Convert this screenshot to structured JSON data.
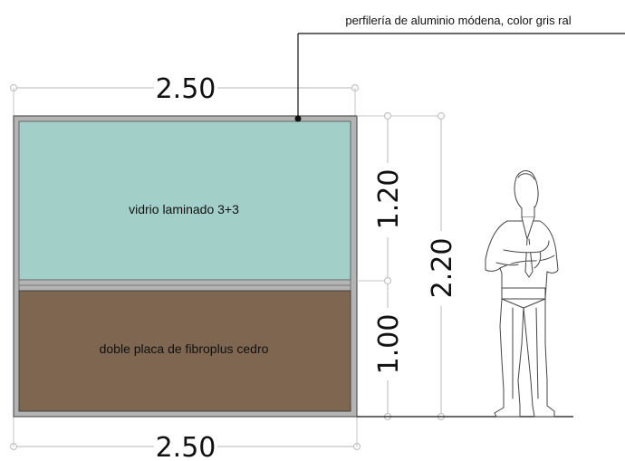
{
  "annotation": {
    "material_frame": "perfilería de aluminio módena, color gris ral"
  },
  "panels": {
    "upper_label": "vidrio laminado 3+3",
    "lower_label": "doble placa de fibroplus cedro"
  },
  "dimensions": {
    "width_top": "2.50",
    "width_bottom": "2.50",
    "height_upper": "1.20",
    "height_lower": "1.00",
    "height_total": "2.20"
  },
  "colors": {
    "glass": "#a3cfc9",
    "wood": "#7e6650",
    "frame": "#b4b4b4",
    "dim_line": "#c4c4c4"
  }
}
